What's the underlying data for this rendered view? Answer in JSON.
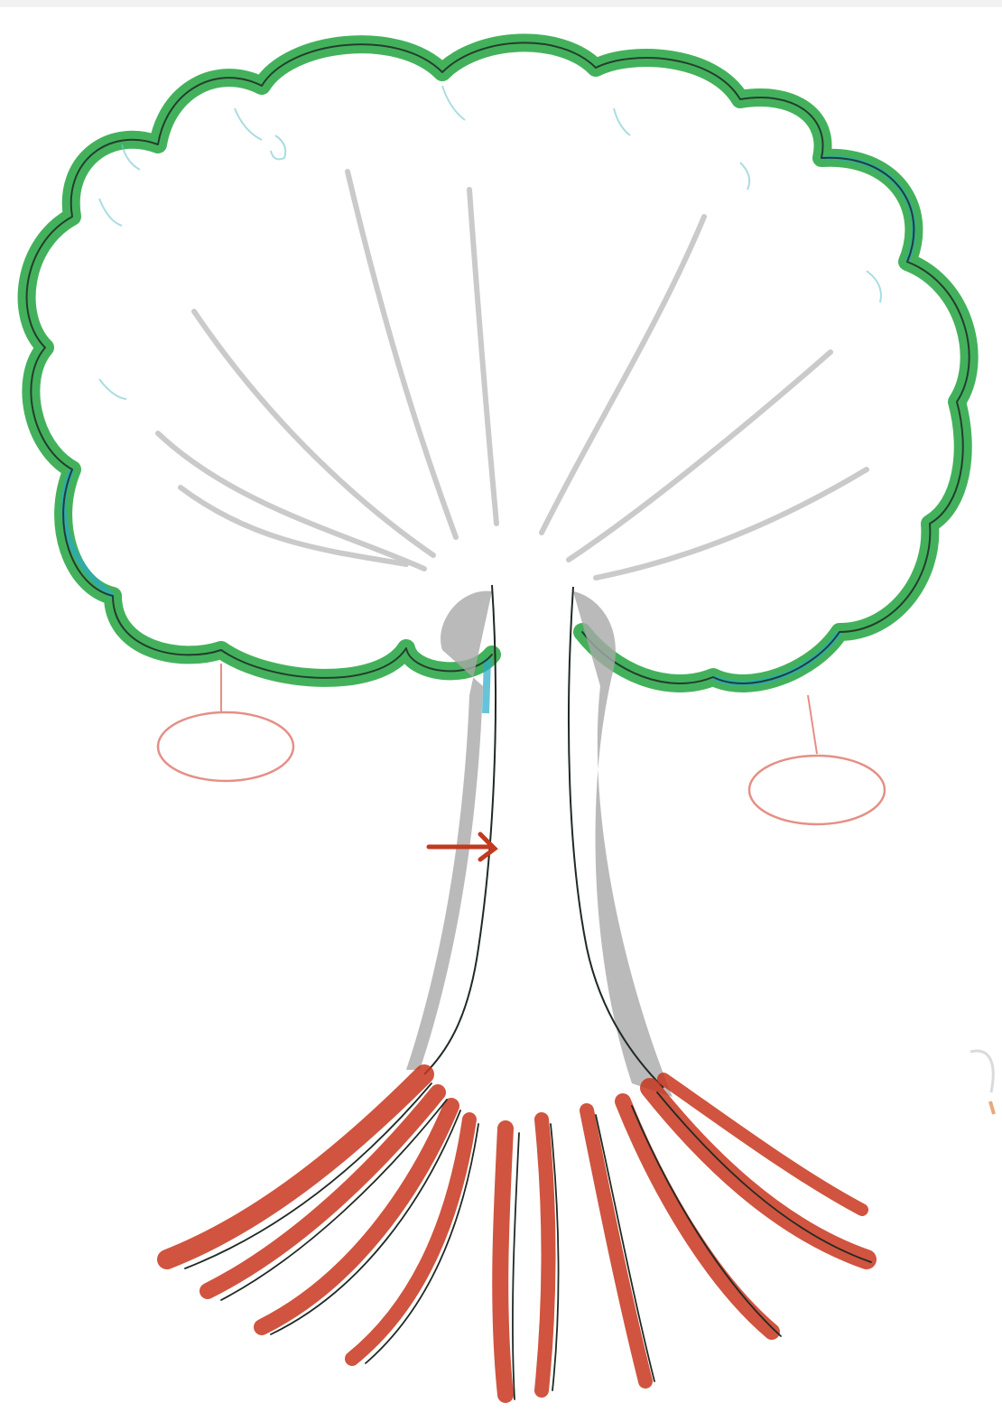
{
  "colors": {
    "paper": "#ffffff",
    "canopy_fill": "#2fa84a",
    "canopy_accent": "#27a9c7",
    "outline": "#1f2a24",
    "branch_pencil": "#b9b9b9",
    "trunk_shade": "#a9a9a9",
    "root_red": "#c8371e",
    "ink_red": "#c23a1e",
    "ink_pink": "#d0344a",
    "ink_peach": "#e9a97a",
    "label_pink": "#e58f86"
  },
  "drawing": {
    "icons": [
      "tree-canopy",
      "tree-trunk",
      "tree-roots",
      "arrow-right"
    ]
  },
  "text": {
    "heading": "",
    "trunk_label": "",
    "canopy_labels": [
      "",
      "",
      "",
      "",
      "",
      "",
      "",
      ""
    ],
    "root_labels": [
      "",
      "",
      "",
      "",
      "",
      ""
    ],
    "left_bubble": "",
    "right_bubble": ""
  }
}
